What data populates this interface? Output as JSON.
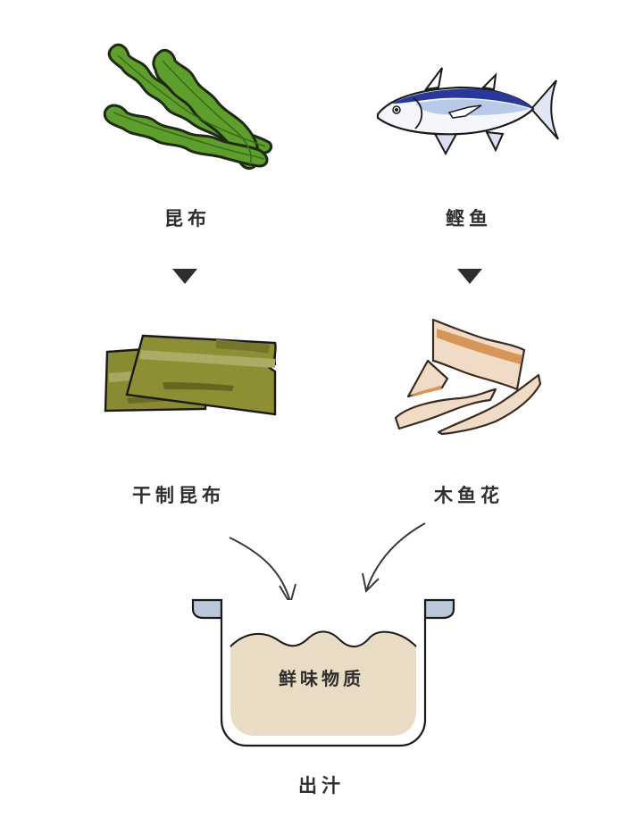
{
  "diagram": {
    "left_column": {
      "raw_label": "昆布",
      "processed_label": "干制昆布",
      "raw_icon": "kelp-icon",
      "processed_icon": "dried-kelp-icon"
    },
    "right_column": {
      "raw_label": "鲣鱼",
      "processed_label": "木鱼花",
      "raw_icon": "bonito-fish-icon",
      "processed_icon": "bonito-flakes-icon"
    },
    "pot": {
      "content_label": "鲜味物质",
      "caption": "出汁",
      "icon": "pot-icon"
    },
    "colors": {
      "kelp_green": "#5a9a2a",
      "dried_kelp": "#8a8a30",
      "fish_blue": "#23349a",
      "flake_tan": "#e8c8a8",
      "broth": "#e8dcc4",
      "pot_handle": "#b8c8d8",
      "text": "#2e2e2e"
    }
  }
}
